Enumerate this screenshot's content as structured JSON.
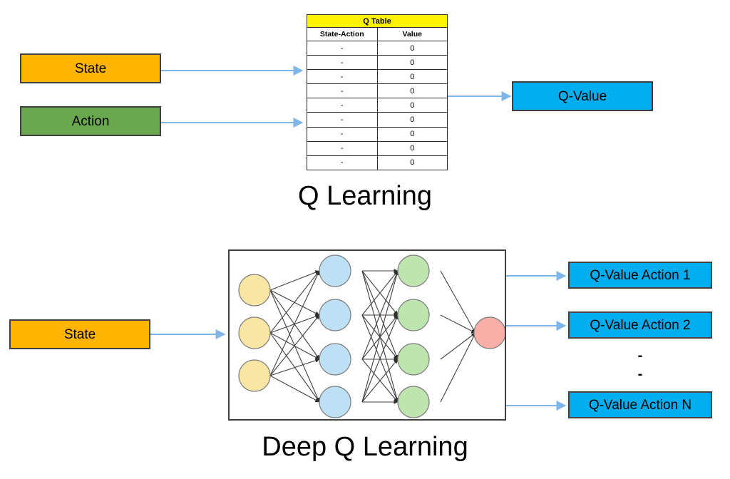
{
  "theme": {
    "background": "#FFFFFF",
    "state_color": "#FFB400",
    "action_color": "#6AA84F",
    "qvalue_color": "#00AEEF",
    "box_border": "#3F3F3F",
    "arrow_color": "#7EB6E8",
    "table_title_bg": "#FFF200",
    "node_input_fill": "#FAE6A4",
    "node_hidden1_fill": "#BDE0F5",
    "node_hidden2_fill": "#BDE5AD",
    "node_output_fill": "#F9AFA8",
    "node_stroke": "#7F7F7F",
    "edge_color": "#3F3F3F"
  },
  "top_section": {
    "caption": "Q Learning",
    "inputs": [
      {
        "label": "State",
        "color": "#FFB400"
      },
      {
        "label": "Action",
        "color": "#6AA84F"
      }
    ],
    "output": {
      "label": "Q-Value",
      "color": "#00AEEF"
    },
    "q_table": {
      "title": "Q Table",
      "columns": [
        "State-Action",
        "Value"
      ],
      "rows": [
        {
          "state_action": "-",
          "value": "0"
        },
        {
          "state_action": "-",
          "value": "0"
        },
        {
          "state_action": "-",
          "value": "0"
        },
        {
          "state_action": "-",
          "value": "0"
        },
        {
          "state_action": "-",
          "value": "0"
        },
        {
          "state_action": "-",
          "value": "0"
        },
        {
          "state_action": "-",
          "value": "0"
        },
        {
          "state_action": "-",
          "value": "0"
        },
        {
          "state_action": "-",
          "value": "0"
        }
      ]
    }
  },
  "bottom_section": {
    "caption": "Deep Q Learning",
    "input": {
      "label": "State",
      "color": "#FFB400"
    },
    "outputs": [
      {
        "label": "Q-Value Action 1",
        "color": "#00AEEF"
      },
      {
        "label": "Q-Value Action 2",
        "color": "#00AEEF"
      },
      {
        "label": "Q-Value Action N",
        "color": "#00AEEF"
      }
    ],
    "ellipsis": [
      "-",
      "-"
    ],
    "network": {
      "layers": [
        {
          "name": "input-layer",
          "count": 3,
          "fill": "#FAE6A4"
        },
        {
          "name": "hidden-layer-1",
          "count": 4,
          "fill": "#BDE0F5"
        },
        {
          "name": "hidden-layer-2",
          "count": 4,
          "fill": "#BDE5AD"
        },
        {
          "name": "output-layer",
          "count": 1,
          "fill": "#F9AFA8"
        }
      ]
    }
  }
}
